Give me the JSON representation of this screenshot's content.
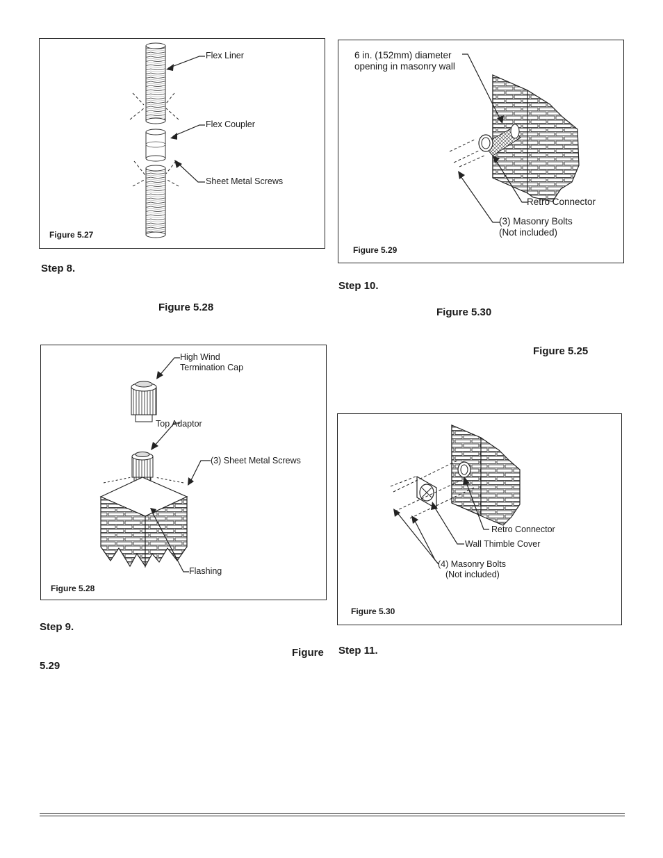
{
  "fig527": {
    "caption": "Figure 5.27",
    "labels": {
      "flex_liner": "Flex Liner",
      "flex_coupler": "Flex Coupler",
      "sheet_metal_screws": "Sheet Metal Screws"
    }
  },
  "fig528": {
    "caption": "Figure 5.28",
    "labels": {
      "cap_line1": "High Wind",
      "cap_line2": "Termination Cap",
      "top_adaptor": "Top Adaptor",
      "screws": "(3) Sheet Metal Screws",
      "flashing": "Flashing"
    }
  },
  "fig529": {
    "caption": "Figure 5.29",
    "labels": {
      "opening_line1": "6 in. (152mm) diameter",
      "opening_line2": "opening in masonry wall",
      "retro_connector": "Retro Connector",
      "bolts_line1": "(3) Masonry Bolts",
      "bolts_line2": "(Not included)"
    }
  },
  "fig530": {
    "caption": "Figure 5.30",
    "labels": {
      "retro_connector": "Retro Connector",
      "wall_thimble_cover": "Wall Thimble Cover",
      "bolts_line1": "(4) Masonry Bolts",
      "bolts_line2": "(Not included)"
    }
  },
  "text": {
    "step8": "Step 8.",
    "step8_ref": "Figure  5.28",
    "step9": "Step 9.",
    "step9_ref_a": "Figure",
    "step9_ref_b": "5.29",
    "step10": "Step 10.",
    "step10_ref": "Figure 5.30",
    "step10_ref2": "Figure  5.25",
    "step11": "Step 11."
  }
}
